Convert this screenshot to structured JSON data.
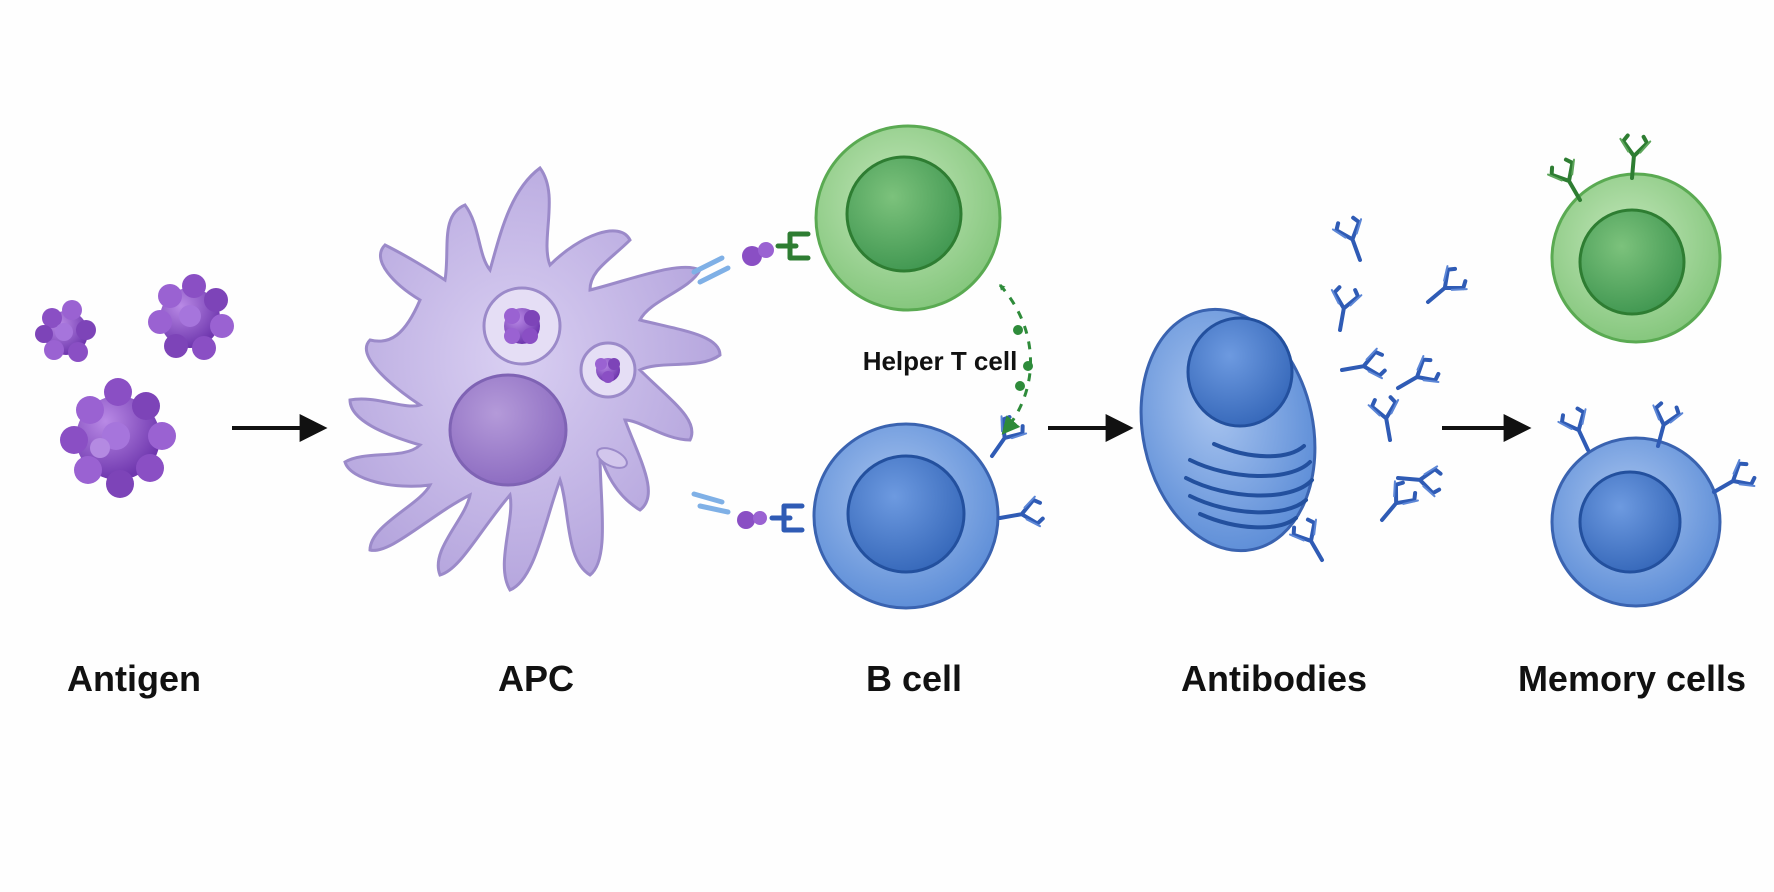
{
  "labels": {
    "antigen": "Antigen",
    "apc": "APC",
    "b_cell": "B cell",
    "antibodies": "Antibodies",
    "memory_cells": "Memory cells",
    "helper_t_cell": "Helper T cell"
  },
  "colors": {
    "antigen": "#8a4fc4",
    "apc_body": "#c6b8e6",
    "apc_nucleus": "#9b7fcb",
    "t_cell": "#8fcf8a",
    "t_nucleus": "#4fa55a",
    "b_cell": "#6e9be0",
    "b_nucleus": "#3f74c6",
    "antibody": "#2f5bb5",
    "arrow": "#111111",
    "interaction": "#2e8b3a"
  }
}
